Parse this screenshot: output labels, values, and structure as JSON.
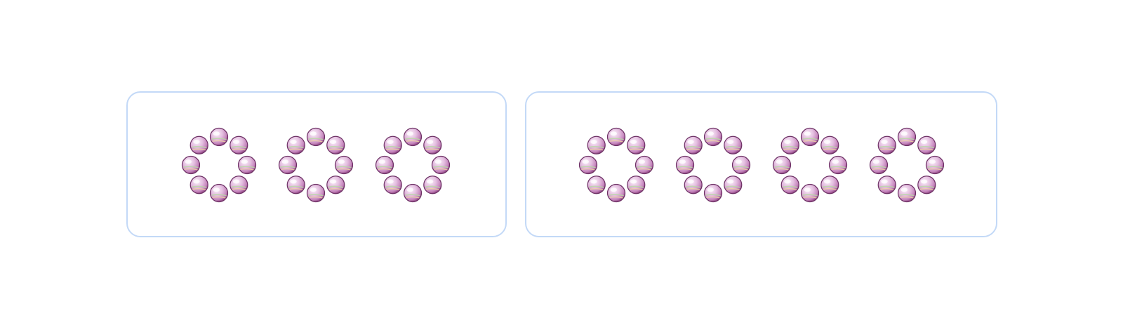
{
  "groups": [
    {
      "rings": [
        {
          "bead_count": 8
        },
        {
          "bead_count": 8
        },
        {
          "bead_count": 8
        }
      ]
    },
    {
      "rings": [
        {
          "bead_count": 8
        },
        {
          "bead_count": 8
        },
        {
          "bead_count": 8
        },
        {
          "bead_count": 8
        }
      ]
    }
  ],
  "colors": {
    "border": "#c3d9f7",
    "bead_light": "#fbeefa",
    "bead_mid": "#dca9d6",
    "bead_dark": "#8a3f7e",
    "bead_outline": "#6b2f63",
    "bead_stripe_green": "#b9d7a6",
    "bead_stripe_yellow": "#f1dba0"
  }
}
